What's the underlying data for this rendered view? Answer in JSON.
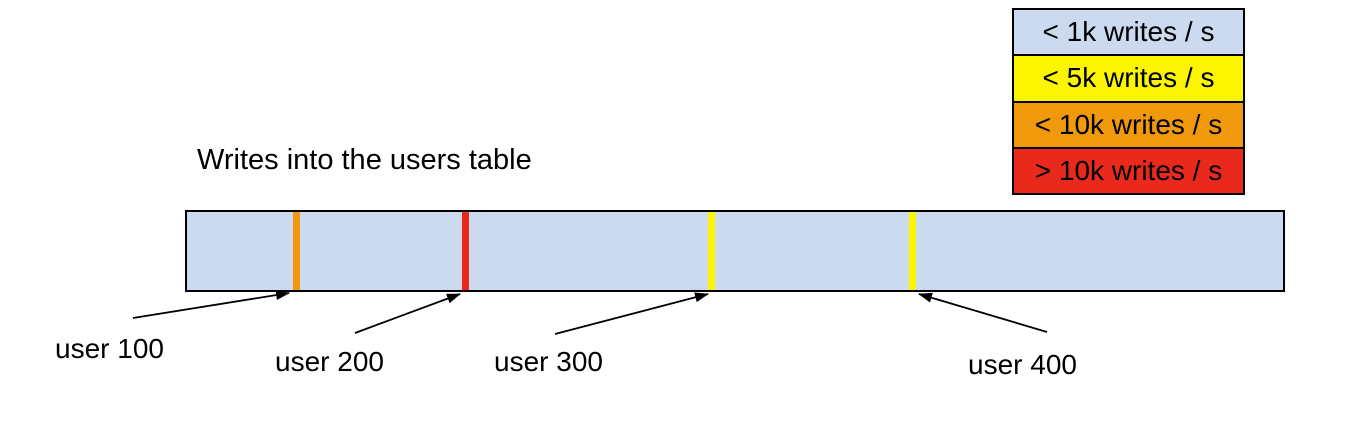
{
  "title": "Writes into the users table",
  "legend": {
    "items": [
      {
        "label": "< 1k writes / s",
        "color": "#cbdaef"
      },
      {
        "label": "< 5k writes / s",
        "color": "#fbf500"
      },
      {
        "label": "< 10k writes / s",
        "color": "#f0990d"
      },
      {
        "label": "> 10k writes / s",
        "color": "#e8291c"
      }
    ]
  },
  "table_bar": {
    "fill": "#cbdaef"
  },
  "markers": [
    {
      "label": "user 100",
      "color": "#f0990d",
      "pos": 0.097
    },
    {
      "label": "user 200",
      "color": "#e8291c",
      "pos": 0.251
    },
    {
      "label": "user 300",
      "color": "#fbf500",
      "pos": 0.475
    },
    {
      "label": "user 400",
      "color": "#fbf500",
      "pos": 0.659
    }
  ]
}
